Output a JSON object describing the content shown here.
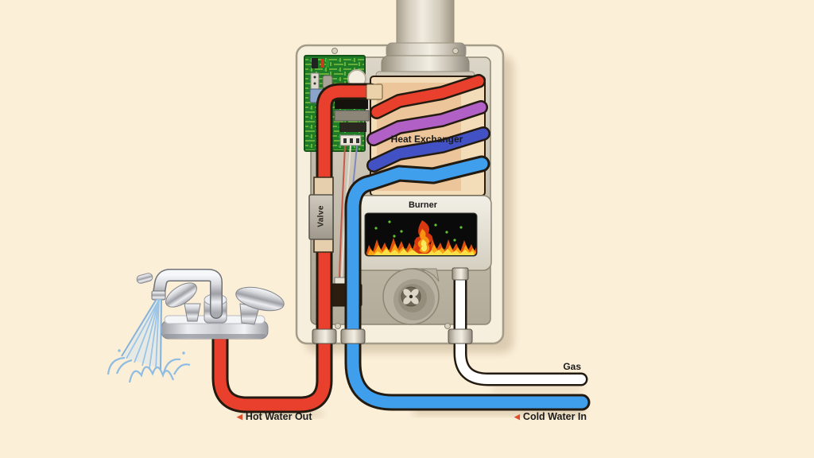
{
  "diagram": {
    "type": "tankless-water-heater",
    "labels": {
      "heat_exchanger": "Heat Exchanger",
      "burner": "Burner",
      "valve": "Valve",
      "hot_water_out": "Hot Water Out",
      "cold_water_in": "Cold Water In",
      "gas": "Gas"
    },
    "arrow_glyph": "◀",
    "colors": {
      "background": "#fcefd8",
      "hot_pipe": "#e8402c",
      "cold_pipe": "#3f9fed",
      "coil_purple": "#b161c6",
      "coil_indigo": "#4252c4",
      "gas_pipe": "#ffffff",
      "pipe_outline": "#231a10",
      "label_text": "#1b1b1b",
      "arrow": "#e0502e"
    }
  }
}
